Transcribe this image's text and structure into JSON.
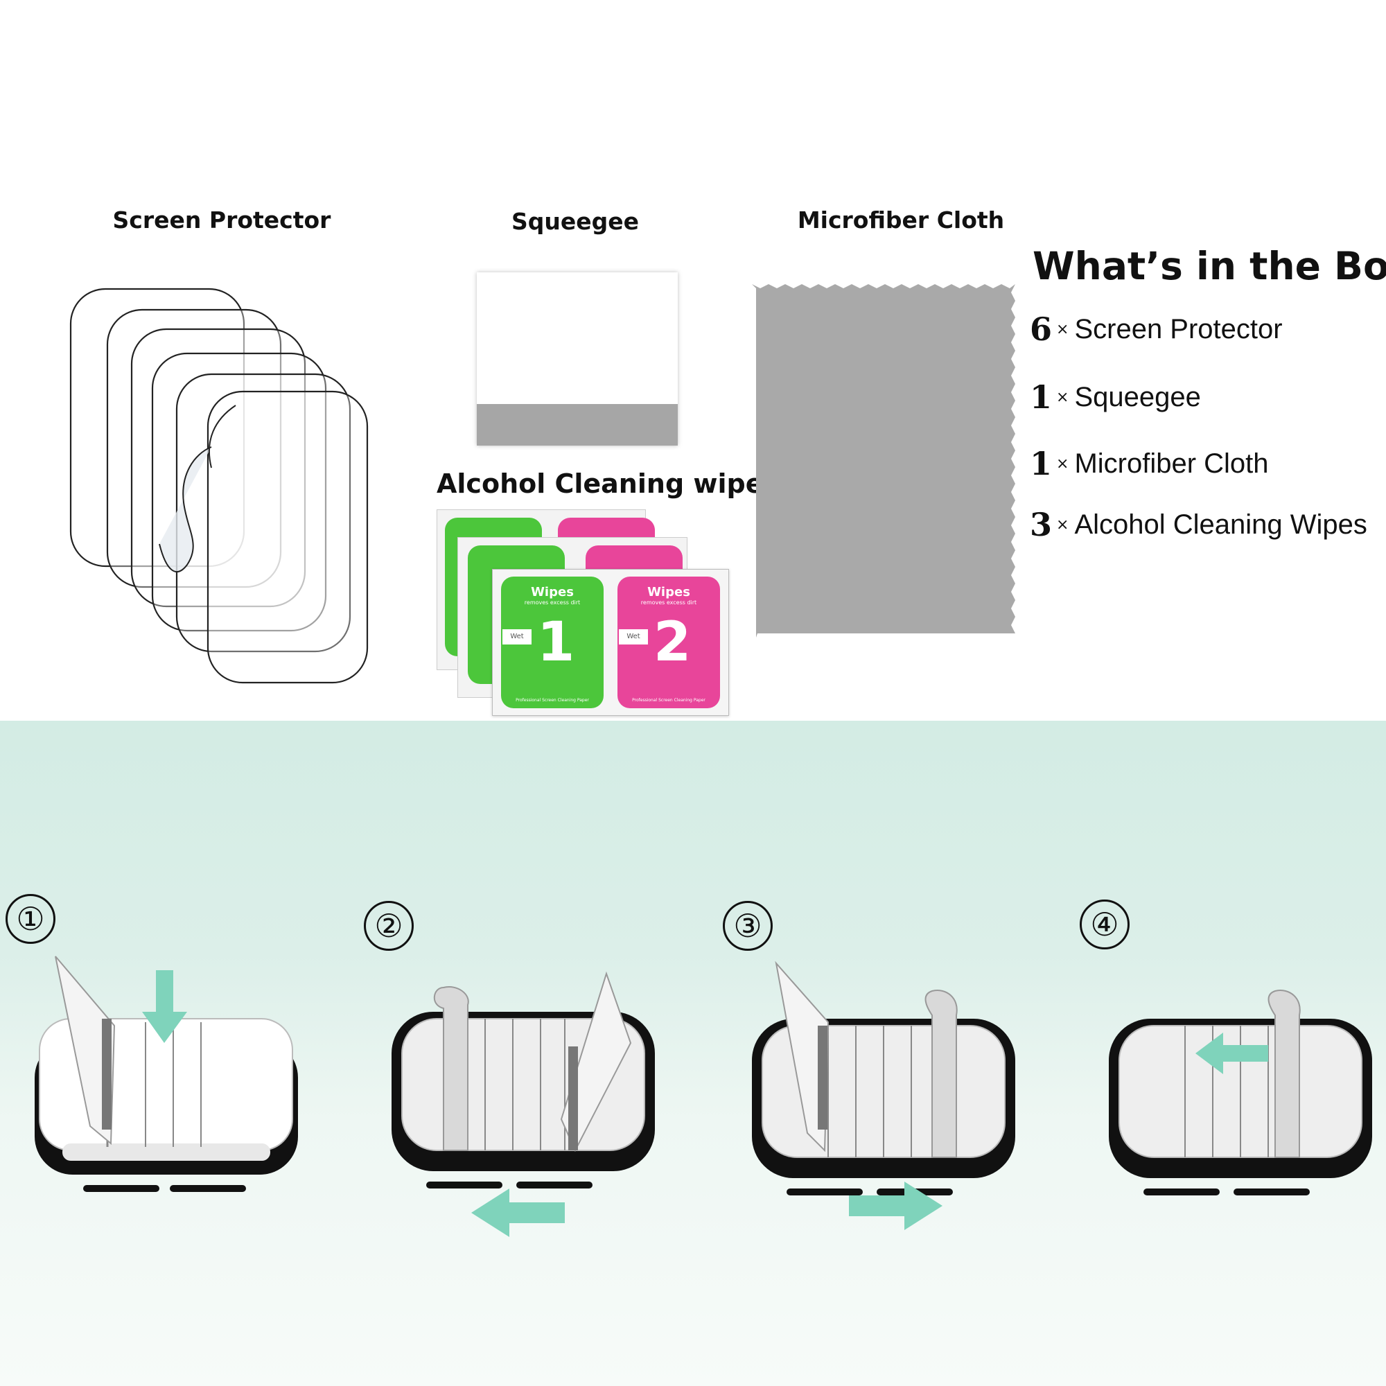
{
  "labels": {
    "screen_protector": "Screen Protector",
    "squeegee": "Squeegee",
    "microfiber_cloth": "Microfiber Cloth",
    "alcohol_wipes": "Alcohol Cleaning wipes"
  },
  "box": {
    "title": "What’s in the Box",
    "times": "×",
    "items": [
      {
        "qty": "6",
        "name": "Screen Protector"
      },
      {
        "qty": "1",
        "name": "Squeegee"
      },
      {
        "qty": "1",
        "name": "Microfiber Cloth"
      },
      {
        "qty": "3",
        "name": "Alcohol Cleaning Wipes"
      }
    ]
  },
  "wipes": {
    "green": {
      "title": "Wipes",
      "subtitle": "removes excess dirt",
      "tag": "Wet",
      "number": "1",
      "footer": "Professional Screen Cleaning Paper",
      "color": "#4cc63b"
    },
    "pink": {
      "title": "Wipes",
      "subtitle": "removes excess dirt",
      "tag": "Wet",
      "number": "2",
      "footer": "Professional Screen Cleaning Paper",
      "color": "#e8459a"
    }
  },
  "steps": [
    "①",
    "②",
    "③",
    "④"
  ],
  "colors": {
    "band": "#d3ece4",
    "arrow": "#7fd3bb",
    "cloth": "#a9a9a9",
    "squeegee_bar": "#a6a6a6"
  }
}
